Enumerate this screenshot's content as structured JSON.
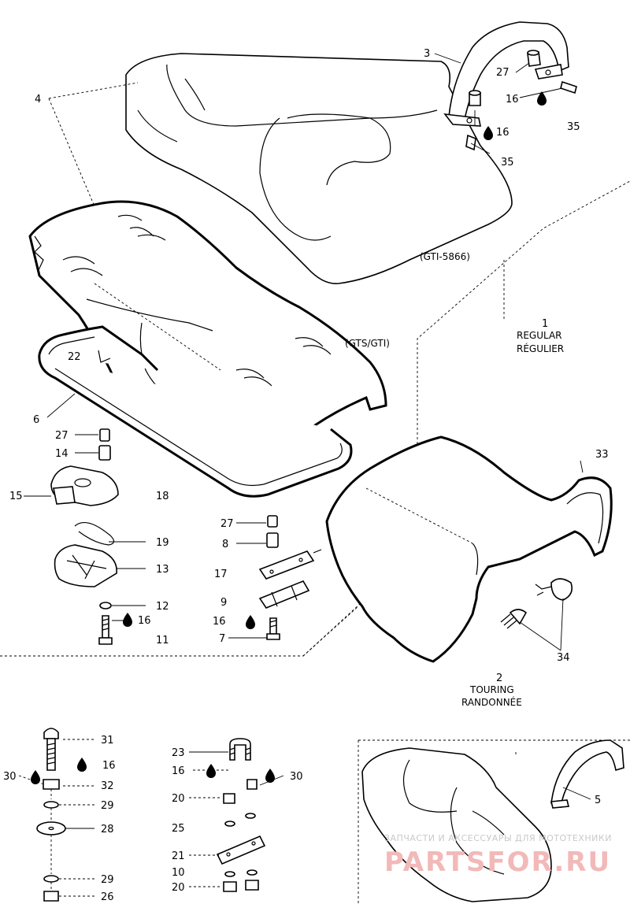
{
  "callouts": [
    {
      "id": "c4",
      "text": "4"
    },
    {
      "id": "c3",
      "text": "3"
    },
    {
      "id": "c27a",
      "text": "27"
    },
    {
      "id": "c16a",
      "text": "16"
    },
    {
      "id": "c16b",
      "text": "16"
    },
    {
      "id": "c35a",
      "text": "35"
    },
    {
      "id": "c35b",
      "text": "35"
    },
    {
      "id": "c22",
      "text": "22"
    },
    {
      "id": "c6",
      "text": "6"
    },
    {
      "id": "c27b",
      "text": "27"
    },
    {
      "id": "c14",
      "text": "14"
    },
    {
      "id": "c15",
      "text": "15"
    },
    {
      "id": "c18",
      "text": "18"
    },
    {
      "id": "c19",
      "text": "19"
    },
    {
      "id": "c13",
      "text": "13"
    },
    {
      "id": "c12",
      "text": "12"
    },
    {
      "id": "c16c",
      "text": "16"
    },
    {
      "id": "c11",
      "text": "11"
    },
    {
      "id": "c27c",
      "text": "27"
    },
    {
      "id": "c8",
      "text": "8"
    },
    {
      "id": "c17",
      "text": "17"
    },
    {
      "id": "c9",
      "text": "9"
    },
    {
      "id": "c16d",
      "text": "16"
    },
    {
      "id": "c7",
      "text": "7"
    },
    {
      "id": "c33",
      "text": "33"
    },
    {
      "id": "c34",
      "text": "34"
    },
    {
      "id": "c1",
      "text": "1"
    },
    {
      "id": "c2",
      "text": "2"
    },
    {
      "id": "c31",
      "text": "31"
    },
    {
      "id": "c16e",
      "text": "16"
    },
    {
      "id": "c30a",
      "text": "30"
    },
    {
      "id": "c32",
      "text": "32"
    },
    {
      "id": "c29a",
      "text": "29"
    },
    {
      "id": "c28",
      "text": "28"
    },
    {
      "id": "c29b",
      "text": "29"
    },
    {
      "id": "c26",
      "text": "26"
    },
    {
      "id": "c23",
      "text": "23"
    },
    {
      "id": "c16f",
      "text": "16"
    },
    {
      "id": "c30b",
      "text": "30"
    },
    {
      "id": "c20a",
      "text": "20"
    },
    {
      "id": "c25",
      "text": "25"
    },
    {
      "id": "c21",
      "text": "21"
    },
    {
      "id": "c10",
      "text": "10"
    },
    {
      "id": "c20b",
      "text": "20"
    },
    {
      "id": "c5",
      "text": "5"
    }
  ],
  "labels": {
    "gti_5866": "(GTI-5866)",
    "gts_gti": "(GTS/GTI)",
    "regular_en": "REGULAR",
    "regular_fr": "RÉGULIER",
    "touring_en": "TOURING",
    "touring_fr": "RANDONNÉE"
  },
  "watermark": {
    "small": "ЗАПЧАСТИ И АКСЕССУАРЫ ДЛЯ МОТОТЕХНИКИ",
    "big": "PARTSFOR.RU"
  },
  "colors": {
    "line": "#000000",
    "watermark_small": "#c9c9c9",
    "watermark_big": "#f2b9b9"
  }
}
